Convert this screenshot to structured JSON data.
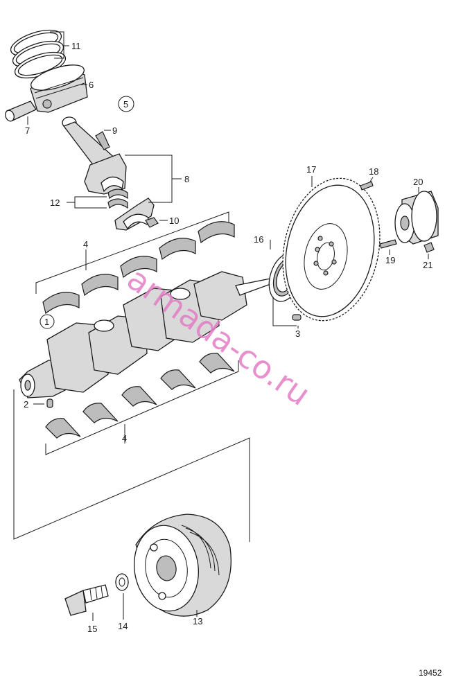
{
  "labels": {
    "l1": "1",
    "l2": "2",
    "l3": "3",
    "l4a": "4",
    "l4b": "4",
    "l5": "5",
    "l6": "6",
    "l7": "7",
    "l8": "8",
    "l9": "9",
    "l10": "10",
    "l11": "11",
    "l12": "12",
    "l13": "13",
    "l14": "14",
    "l15": "15",
    "l16": "16",
    "l17": "17",
    "l18": "18",
    "l19": "19",
    "l20": "20",
    "l21": "21"
  },
  "watermark": "armada-co.ru",
  "figure_number": "19452",
  "colors": {
    "ink": "#1a1a1a",
    "watermark": "#e37dc6",
    "fill_light": "#d9d9d9",
    "fill_dark": "#bdbdbd"
  }
}
